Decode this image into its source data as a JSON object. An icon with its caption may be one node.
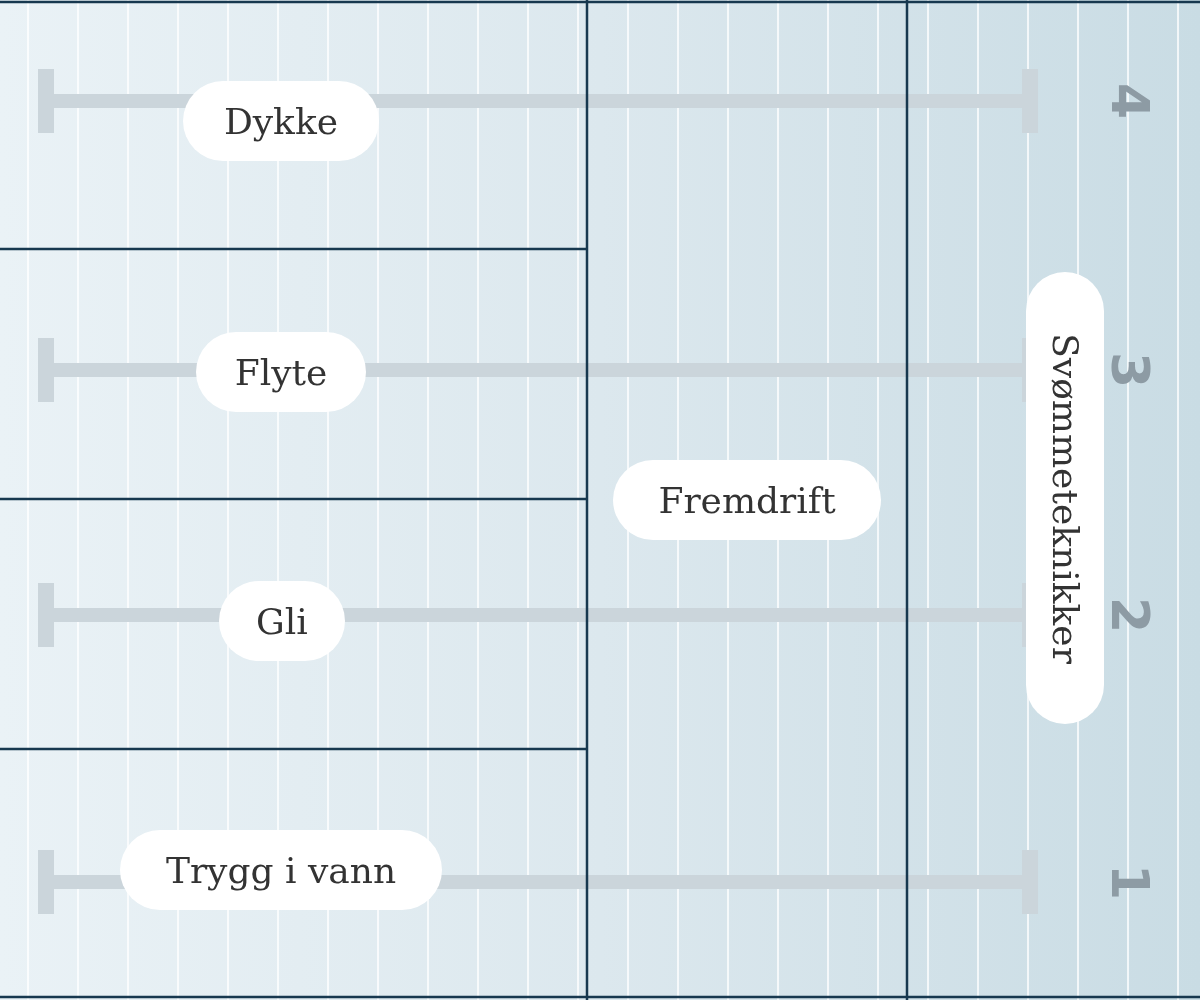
{
  "diagram": {
    "nodes": [
      {
        "text": [
          "Dykke"
        ]
      },
      {
        "text": [
          "Flyte"
        ]
      },
      {
        "text": [
          "Gli"
        ]
      },
      {
        "text": [
          "Trygg i vann"
        ]
      },
      {
        "text": [
          "Fremdrift"
        ]
      },
      {
        "text": [
          "Svømmeteknikker"
        ]
      }
    ],
    "edges": [],
    "labels": [
      "4",
      "3",
      "2",
      "1"
    ]
  }
}
